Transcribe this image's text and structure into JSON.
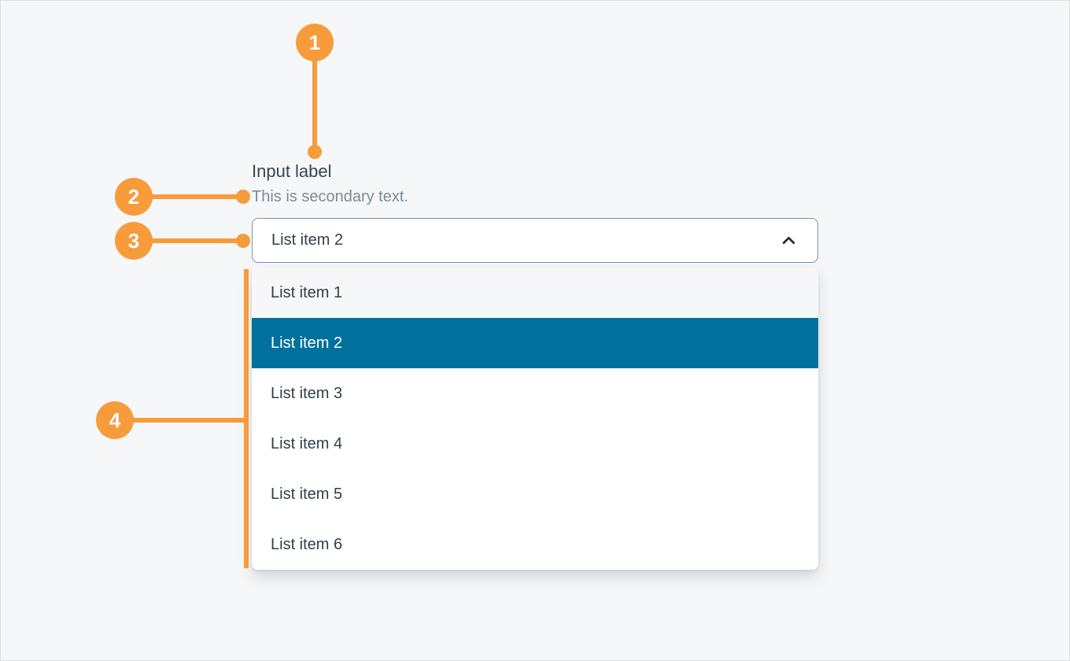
{
  "colors": {
    "annotation_orange": "#f89b3b",
    "selected_item_teal": "#00719c",
    "text_primary": "#3a4550",
    "text_secondary": "#7b8b99",
    "select_border": "#7e93a4",
    "page_background": "#f5f7f8"
  },
  "annotations": [
    {
      "number": "1",
      "target": "input-label"
    },
    {
      "number": "2",
      "target": "secondary-text"
    },
    {
      "number": "3",
      "target": "select-field"
    },
    {
      "number": "4",
      "target": "dropdown-menu"
    }
  ],
  "field": {
    "label": "Input label",
    "secondary_text": "This is secondary text.",
    "selected_value": "List item 2",
    "chevron_icon": "chevron-up"
  },
  "dropdown": {
    "items": [
      {
        "label": "List item 1",
        "state": "hover"
      },
      {
        "label": "List item 2",
        "state": "selected"
      },
      {
        "label": "List item 3",
        "state": "default"
      },
      {
        "label": "List item 4",
        "state": "default"
      },
      {
        "label": "List item 5",
        "state": "default"
      },
      {
        "label": "List item 6",
        "state": "default"
      }
    ]
  }
}
